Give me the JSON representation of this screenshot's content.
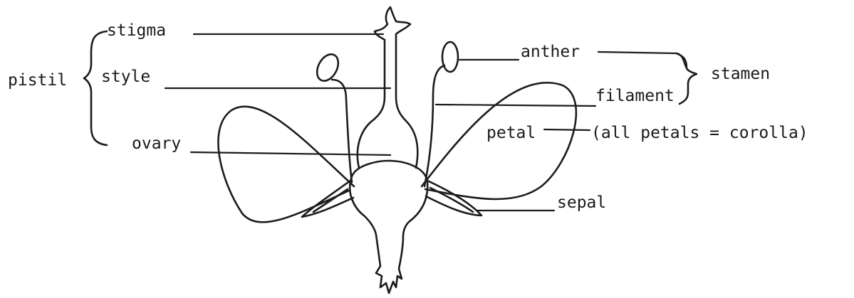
{
  "labels": {
    "stigma": "stigma",
    "style": "style",
    "ovary": "ovary",
    "pistil": "pistil",
    "anther": "anther",
    "filament": "filament",
    "stamen": "stamen",
    "petal": "petal",
    "corolla": "(all petals = corolla)",
    "sepal": "sepal"
  },
  "colors": {
    "ink": "#1c1c1c",
    "paper": "#ffffff"
  }
}
